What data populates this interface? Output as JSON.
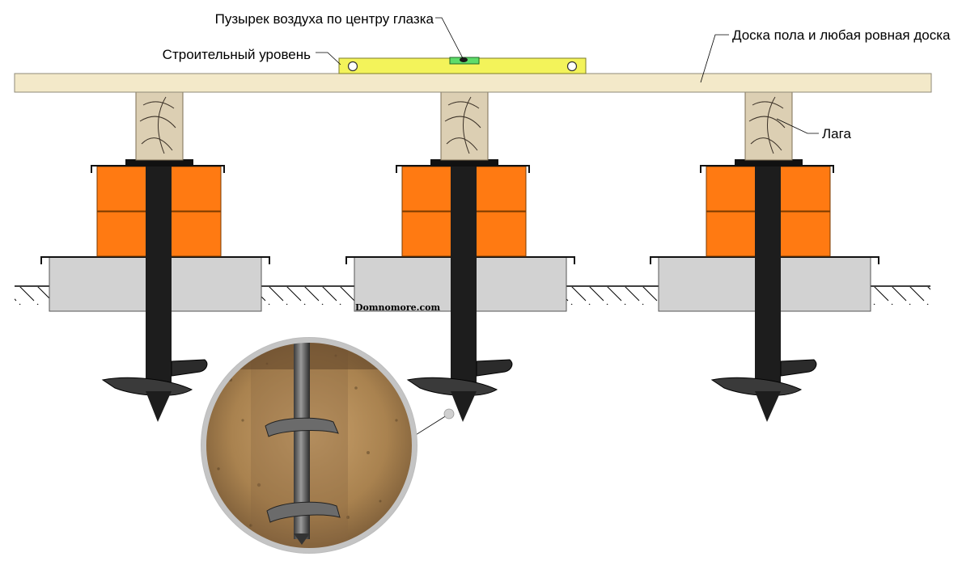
{
  "labels": {
    "air_bubble": "Пузырек воздуха по центру глазка",
    "level": "Строительный уровень",
    "board": "Доска пола и любая ровная доска",
    "joist": "Лага"
  },
  "watermark": "Domnomore.com",
  "colors": {
    "board": "#f3e9c9",
    "level": "#f3f35a",
    "joist": "#dccfb3",
    "brick": "#ff7a12",
    "slab": "#d2d2d2",
    "pile": "#1d1d1d",
    "soil": "#b78d5a"
  },
  "icons": {
    "supports": "screw-pile-support",
    "inset": "screw-pile-in-soil-photo"
  }
}
